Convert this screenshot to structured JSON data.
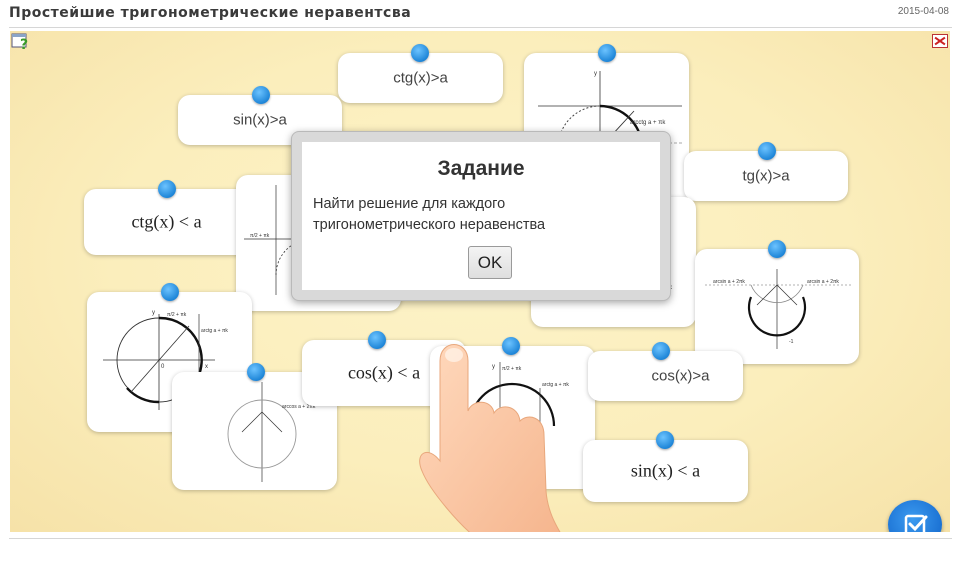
{
  "page": {
    "title": "Простейшие тригонометрические неравентсва",
    "date": "2015-04-08"
  },
  "cards": {
    "ctg_gt": "ctg(x)>a",
    "sin_gt": "sin(x)>a",
    "ctg_lt": "ctg(x) < a",
    "tg_gt": "tg(x)>a",
    "cos_lt": "cos(x) < a",
    "cos_gt": "cos(x)>a",
    "sin_lt": "sin(x) < a"
  },
  "graph_text": {
    "arcctg": "arcctg a + πk",
    "arctg": "arctg a + πk",
    "pi2": "π/2 + πk",
    "arcsin": "arcsin a + 2πk",
    "arccos": "arccos a + 2πk",
    "y": "y",
    "x": "x",
    "zero": "0",
    "a": "a",
    "minus1": "-1",
    "one": "1"
  },
  "dialog": {
    "title": "Задание",
    "text": "Найти решение для каждого тригонометрического неравенства",
    "ok": "OK"
  },
  "colors": {
    "pin": "#1f86d8",
    "board": "#fbeebc",
    "check_button": "#1a70d2"
  },
  "icons": {
    "help": "help-icon",
    "fullscreen": "fullscreen-icon",
    "check": "check-icon"
  }
}
